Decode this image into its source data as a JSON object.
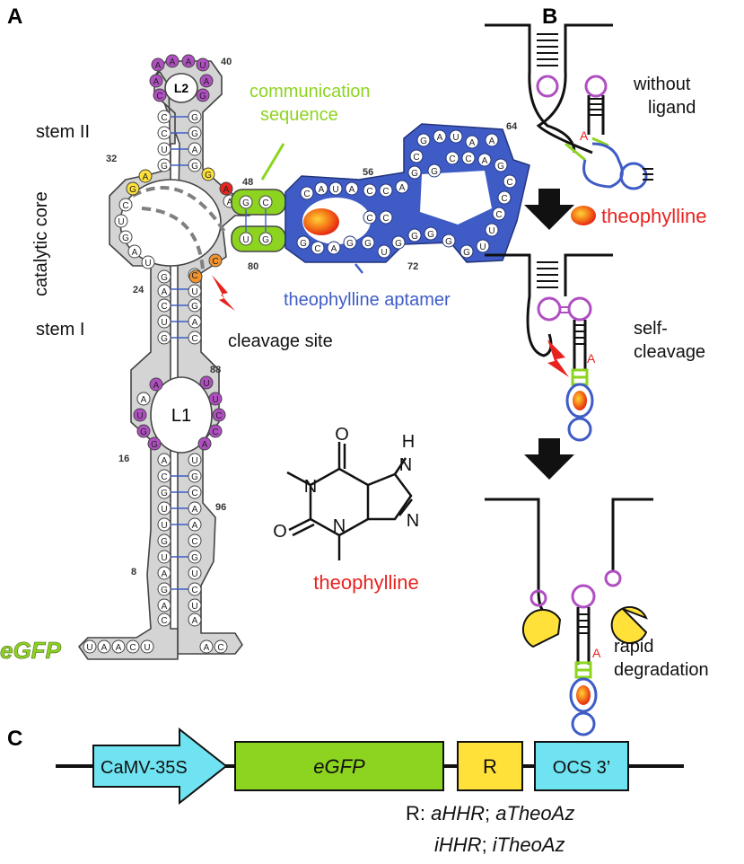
{
  "panels": {
    "a": "A",
    "b": "B",
    "c": "C"
  },
  "panel_a": {
    "stem2": "stem II",
    "catalytic_core": "catalytic core",
    "stem1": "stem I",
    "communication": "communication",
    "sequence": "sequence",
    "aptamer": "theophylline aptamer",
    "cleavage": "cleavage site",
    "egfp": "eGFP",
    "loop1": "L1",
    "loop2": "L2",
    "theophylline": "theophylline",
    "num_40": "40",
    "num_32": "32",
    "num_48": "48",
    "num_56": "56",
    "num_64": "64",
    "num_72": "72",
    "num_80": "80",
    "num_24": "24",
    "num_88": "88",
    "num_16": "16",
    "num_96": "96",
    "num_8": "8",
    "mol_o_top": "O",
    "mol_o_left": "O",
    "mol_n_left": "N",
    "mol_n_bottom": "N",
    "mol_n_right": "N",
    "mol_h": "H",
    "mol_nh": "N"
  },
  "panel_b": {
    "without_ligand_1": "without",
    "without_ligand_2": "ligand",
    "ligand": "theophylline",
    "self_cleavage_1": "self-",
    "self_cleavage_2": "cleavage",
    "degradation_1": "rapid",
    "degradation_2": "degradation",
    "base_a": "A"
  },
  "panel_c": {
    "promoter": "CaMV-35S",
    "gene": "eGFP",
    "ribozyme": "R",
    "terminator": "OCS 3’",
    "legend_prefix": "R: ",
    "legend_1a": "aHHR",
    "legend_sep1": "; ",
    "legend_1b": "aTheoAz",
    "legend_2a": "iHHR",
    "legend_sep2": "; ",
    "legend_2b": "iTheoAz"
  },
  "colors": {
    "stem_fill": "#d4d4d4",
    "aptamer_fill": "#3f5cc6",
    "aptamer_text": "#3f5cc6",
    "green": "#8dd420",
    "green_text": "#8dd420",
    "magenta": "#b04fc1",
    "red_text": "#e8231f",
    "cyan": "#6fe3f1",
    "yellow": "#ffe13a",
    "orange": "#f2932e"
  }
}
